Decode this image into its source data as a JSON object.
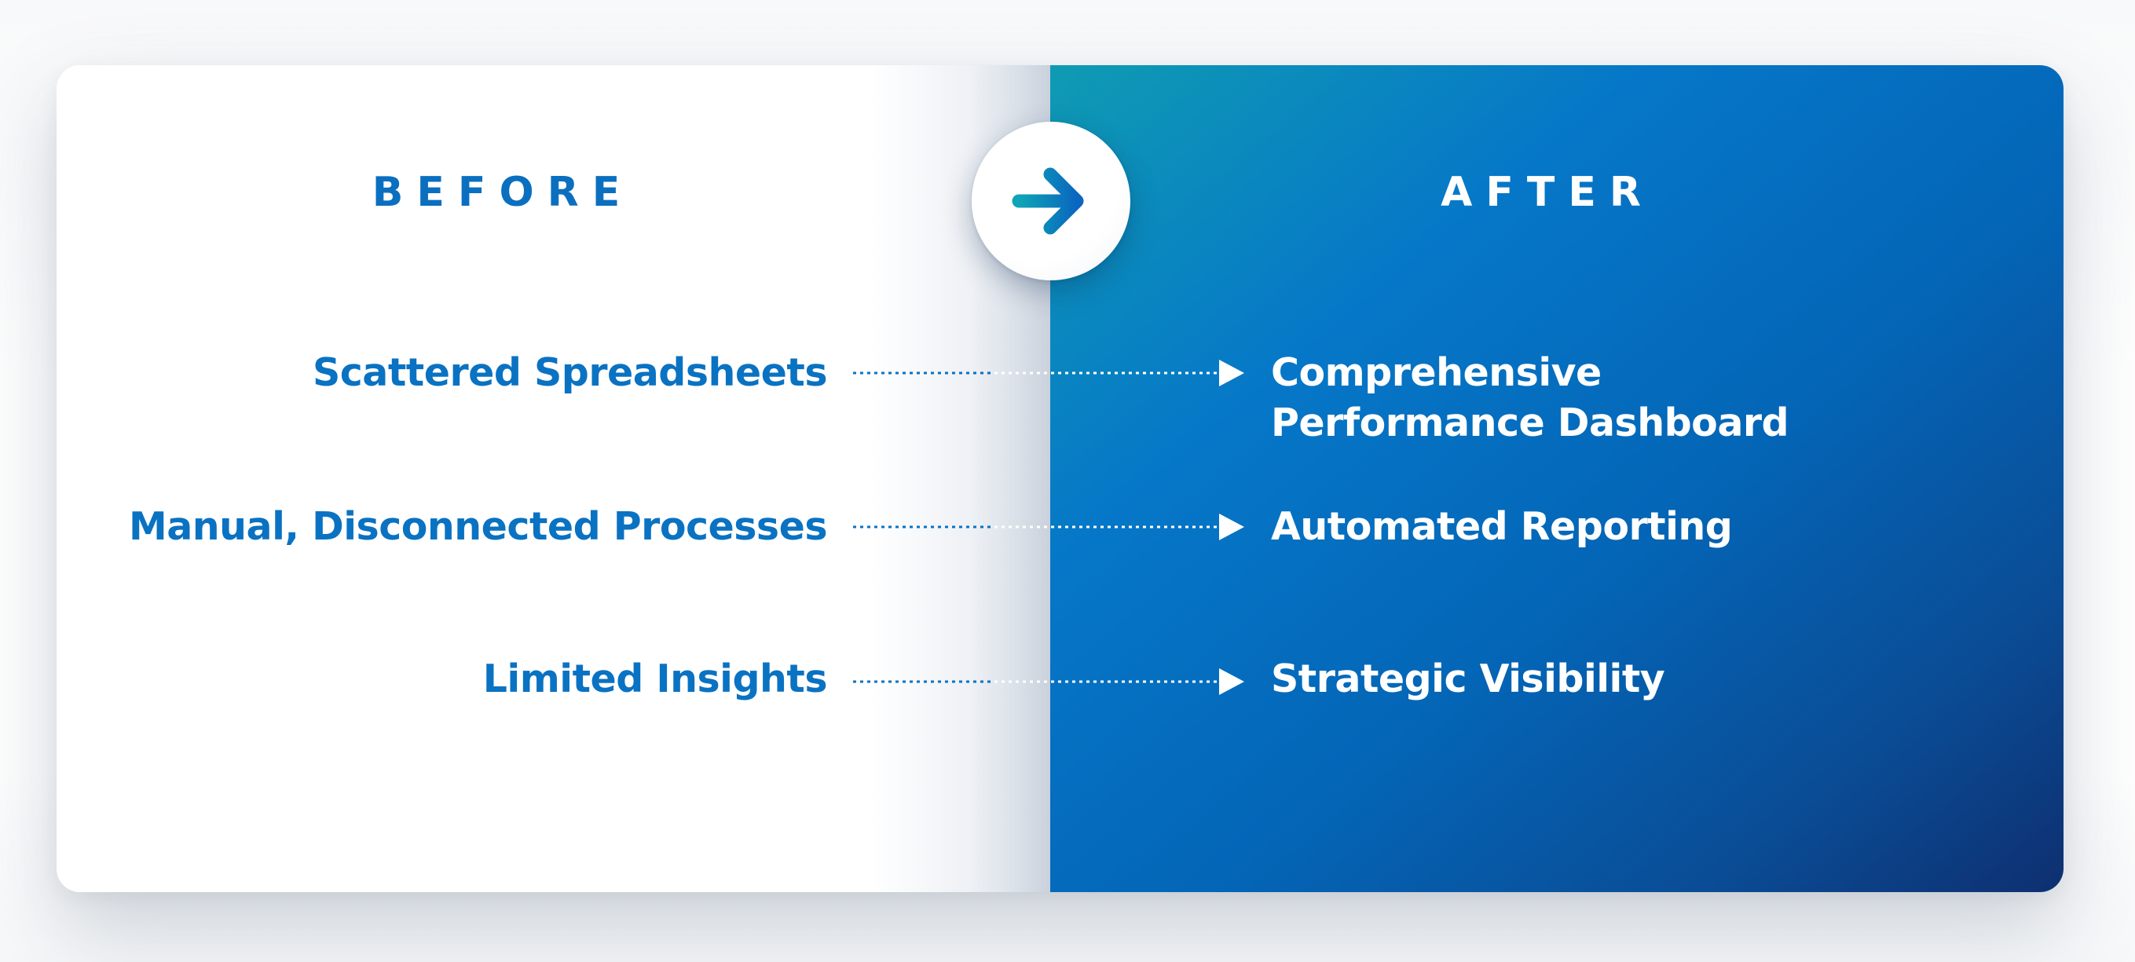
{
  "before": {
    "title": "BEFORE",
    "items": [
      "Scattered Spreadsheets",
      "Manual, Disconnected Processes",
      "Limited Insights"
    ]
  },
  "after": {
    "title": "AFTER",
    "items": [
      "Comprehensive Performance Dashboard",
      "Automated Reporting",
      "Strategic Visibility"
    ]
  },
  "icons": {
    "center": "arrow-right-icon",
    "connector_head": "triangle-arrowhead-icon"
  },
  "colors": {
    "before_text": "#0a72c2",
    "after_text": "#ffffff",
    "after_gradient": [
      "#0f9bb3",
      "#0677c8",
      "#0e2f70"
    ],
    "arrow_gradient": [
      "#0ea5b6",
      "#0a66c0"
    ]
  }
}
